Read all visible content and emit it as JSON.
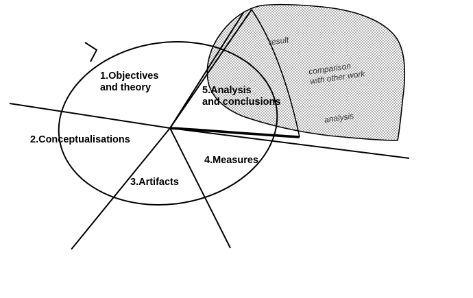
{
  "diagram": {
    "title": "Research framework overlapping regions diagram",
    "colors": {
      "stroke": "#000000",
      "fill_hatch": "#9a9a9a",
      "background": "#ffffff",
      "text": "#000000",
      "small_text": "#333333"
    },
    "segments": [
      {
        "id": "seg1",
        "label": "1.Objectives\nand theory"
      },
      {
        "id": "seg2",
        "label": "2.Conceptualisations"
      },
      {
        "id": "seg3",
        "label": "3.Artifacts"
      },
      {
        "id": "seg4",
        "label": "4.Measures"
      },
      {
        "id": "seg5",
        "label": "5.Analysis\nand conclusions"
      }
    ],
    "blob_labels": [
      {
        "id": "blob1",
        "label": "result"
      },
      {
        "id": "blob2",
        "label": "comparison\nwith other work"
      },
      {
        "id": "blob3",
        "label": "analysis"
      }
    ]
  }
}
